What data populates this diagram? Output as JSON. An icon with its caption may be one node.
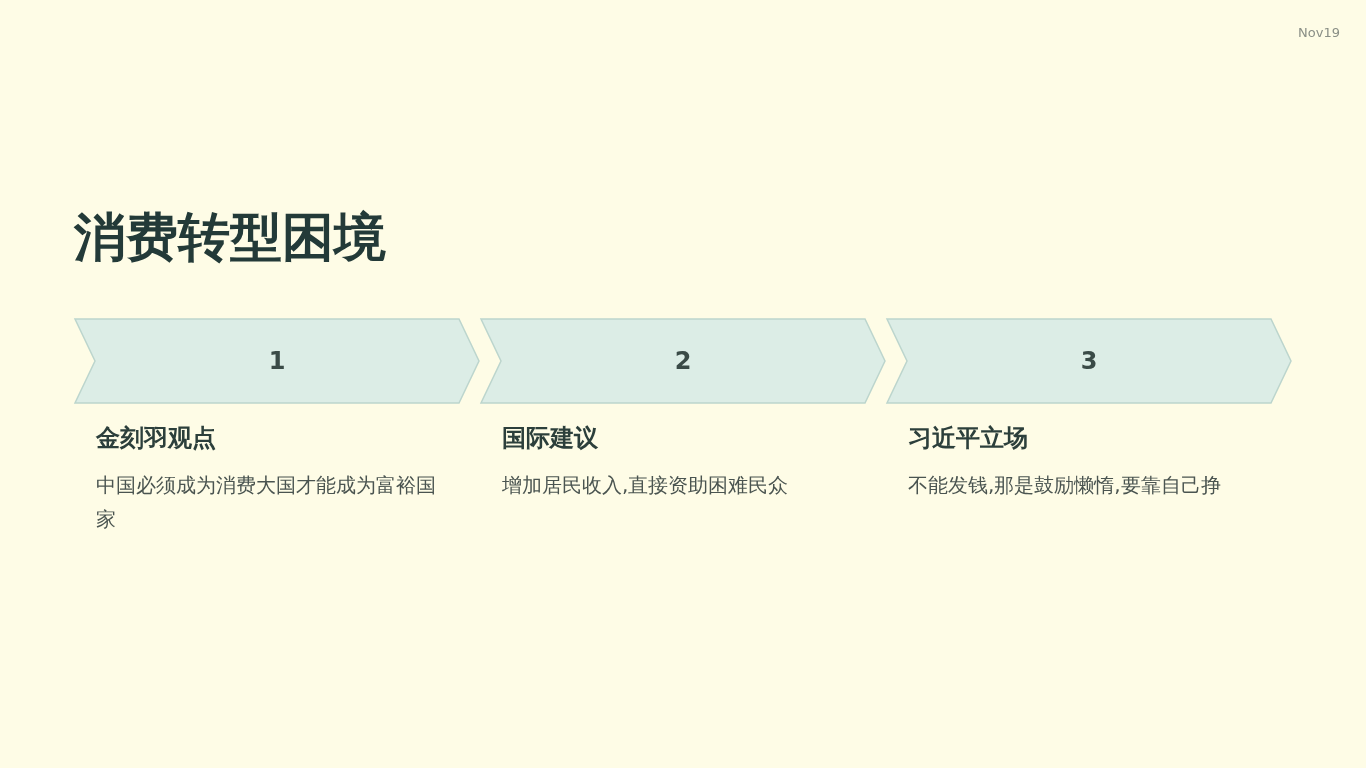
{
  "diagram": {
    "title": "消费转型困境",
    "nodes": [
      {
        "text": [
          "1"
        ],
        "beside": [
          "金刻羽观点",
          "中国必须成为消费大国才能成为富裕国家"
        ]
      },
      {
        "text": [
          "2"
        ],
        "beside": [
          "国际建议",
          "增加居民收入,直接资助困难民众"
        ]
      },
      {
        "text": [
          "3"
        ],
        "beside": [
          "习近平立场",
          "不能发钱,那是鼓励懒惰,要靠自己挣"
        ]
      }
    ],
    "labels": [
      "Nov19"
    ]
  }
}
